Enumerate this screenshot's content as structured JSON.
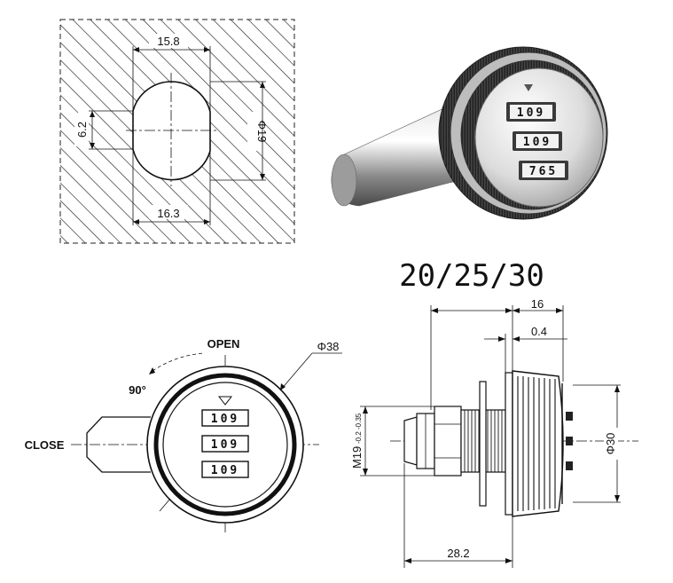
{
  "cutout": {
    "top_width": "15.8",
    "bottom_width": "16.3",
    "flat_height": "6.2",
    "diameter": "Φ19"
  },
  "photo": {
    "row1": "109",
    "row2": "109",
    "row3": "765"
  },
  "sizes_heading": "20/25/30",
  "front_view": {
    "open_label": "OPEN",
    "close_label": "CLOSE",
    "angle": "90°",
    "diameter": "Φ38",
    "row1": "109",
    "row2": "109",
    "row3": "109"
  },
  "side_view": {
    "top_dim": "16",
    "gap_dim": "0.4",
    "thread": "M19",
    "thread_tol": "-0.2 -0.35",
    "dial_diameter": "Φ30",
    "length": "28.2"
  }
}
